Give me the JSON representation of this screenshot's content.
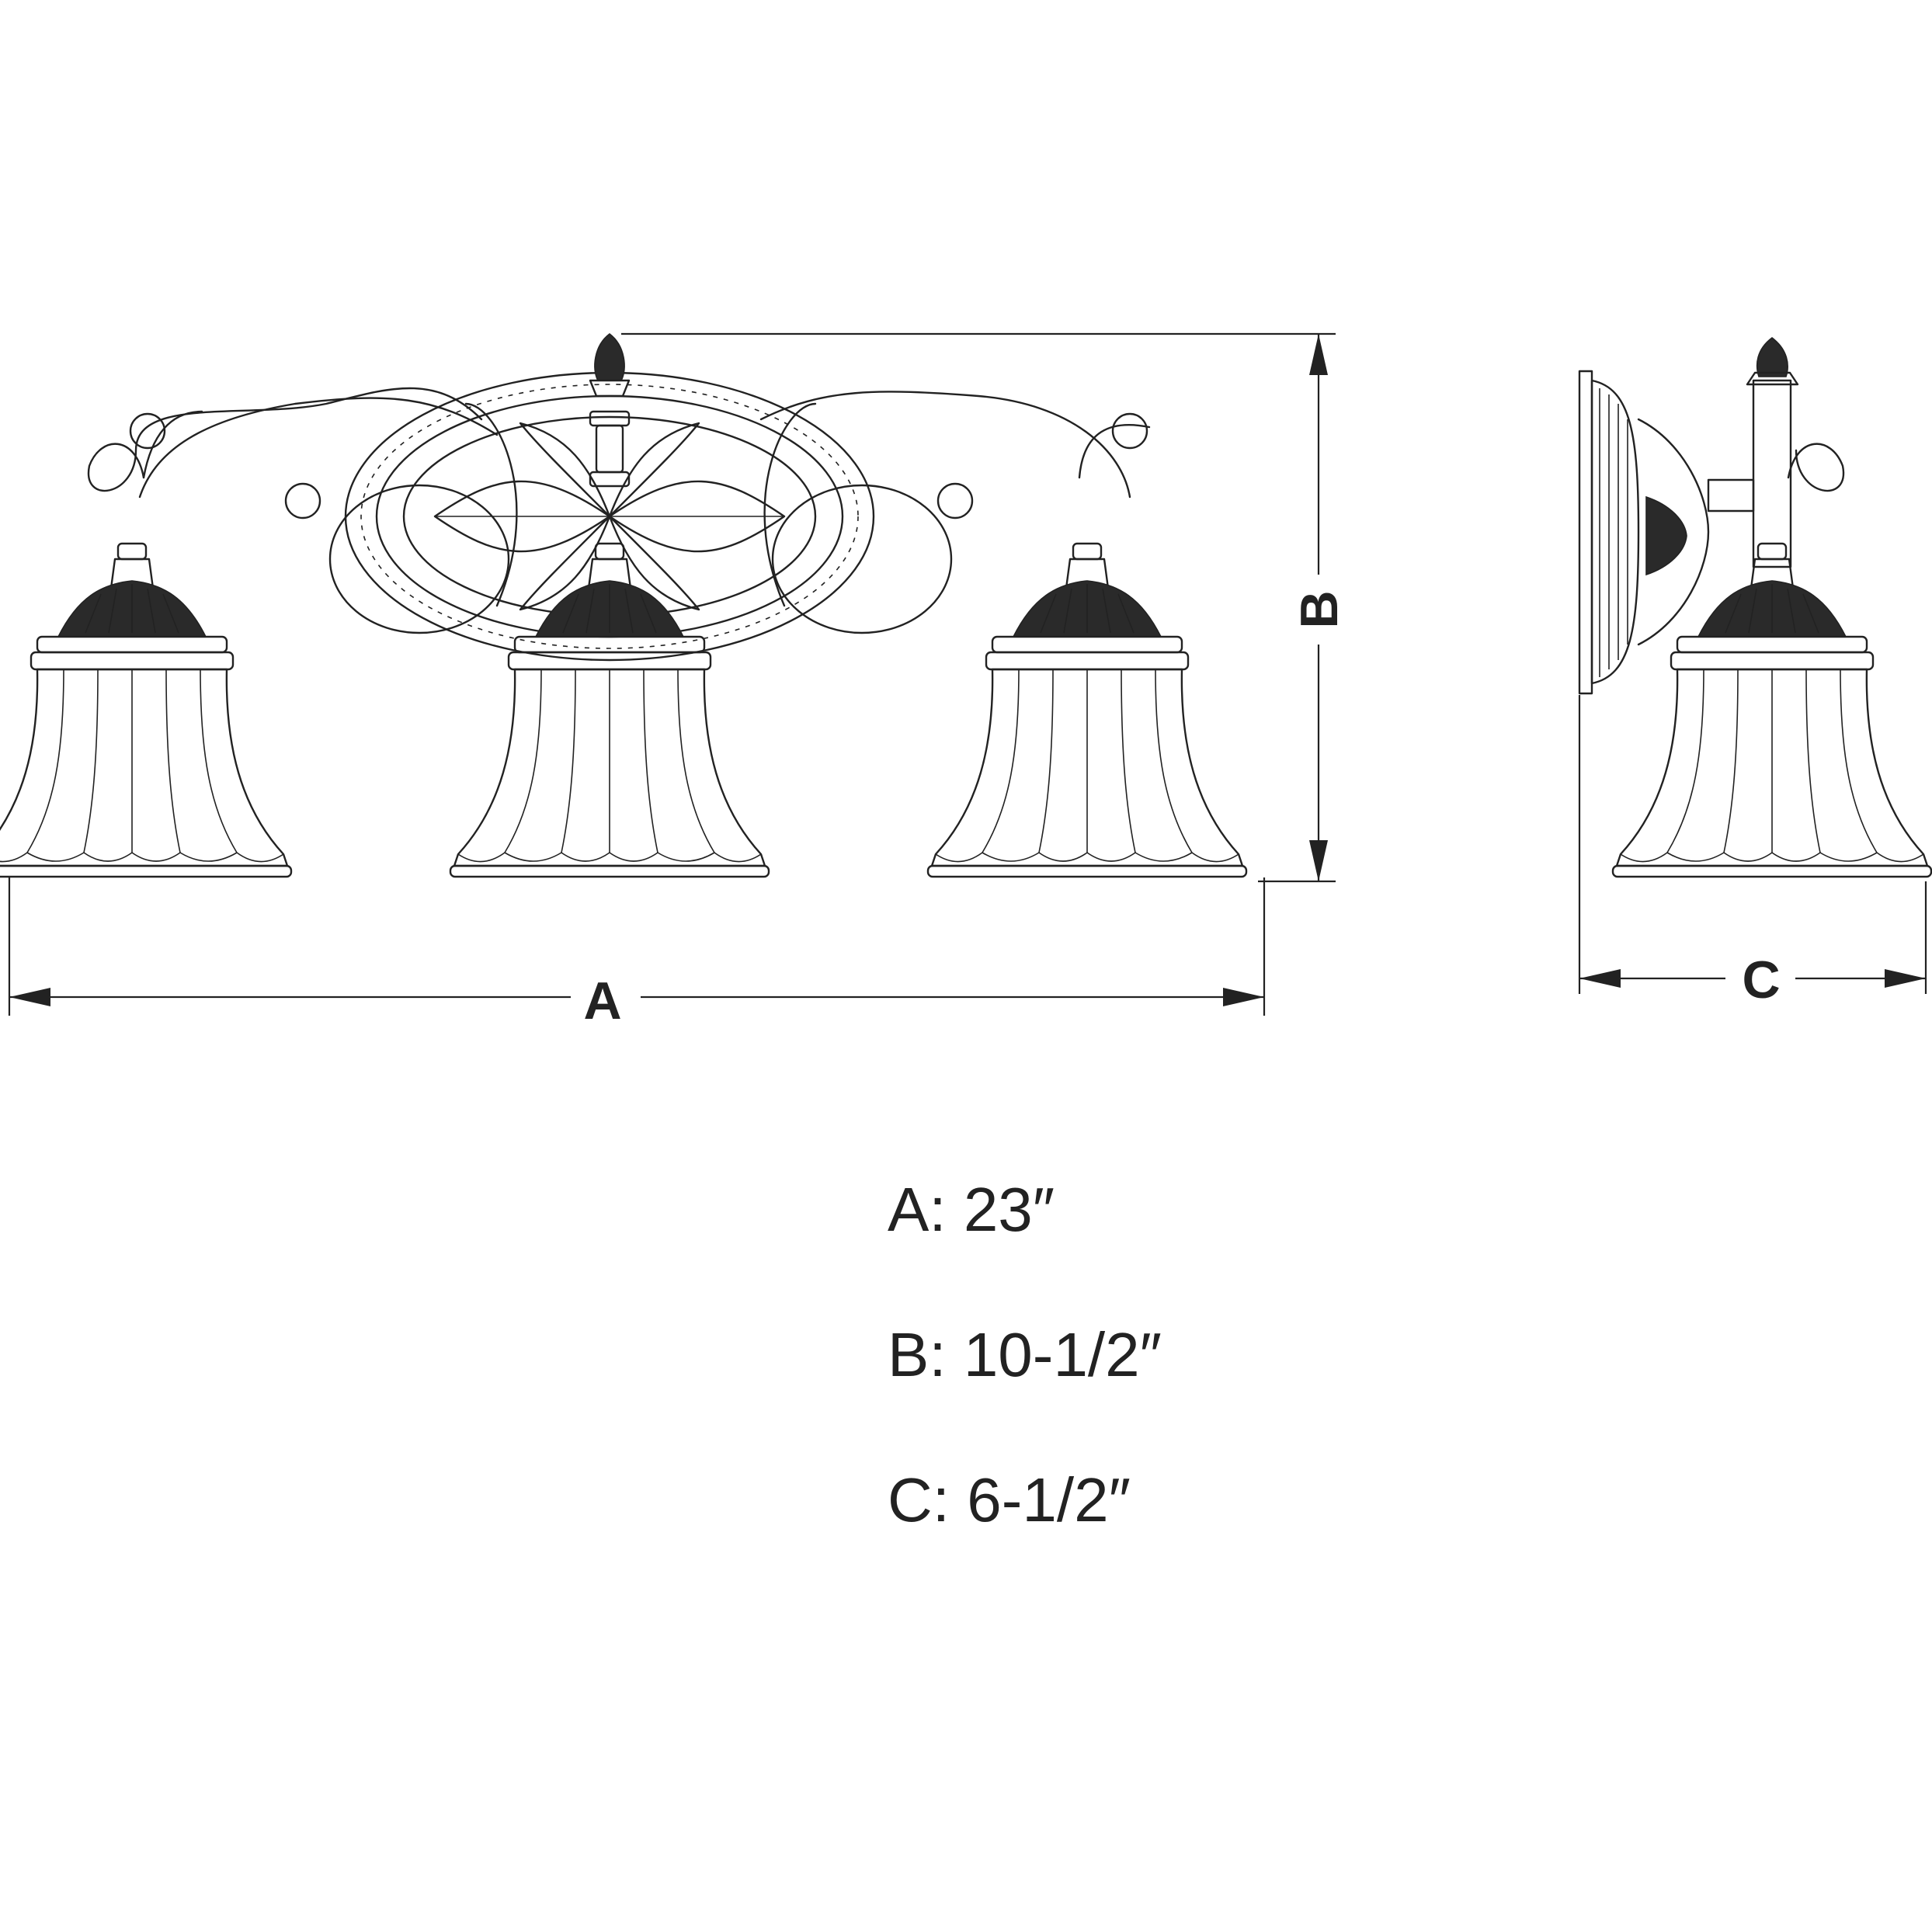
{
  "dimension_labels": {
    "width": "A",
    "height": "B",
    "depth": "C"
  },
  "specs": [
    {
      "text": "A: 23″"
    },
    {
      "text": "B: 10-1/2″"
    },
    {
      "text": "C: 6-1/2″"
    }
  ]
}
